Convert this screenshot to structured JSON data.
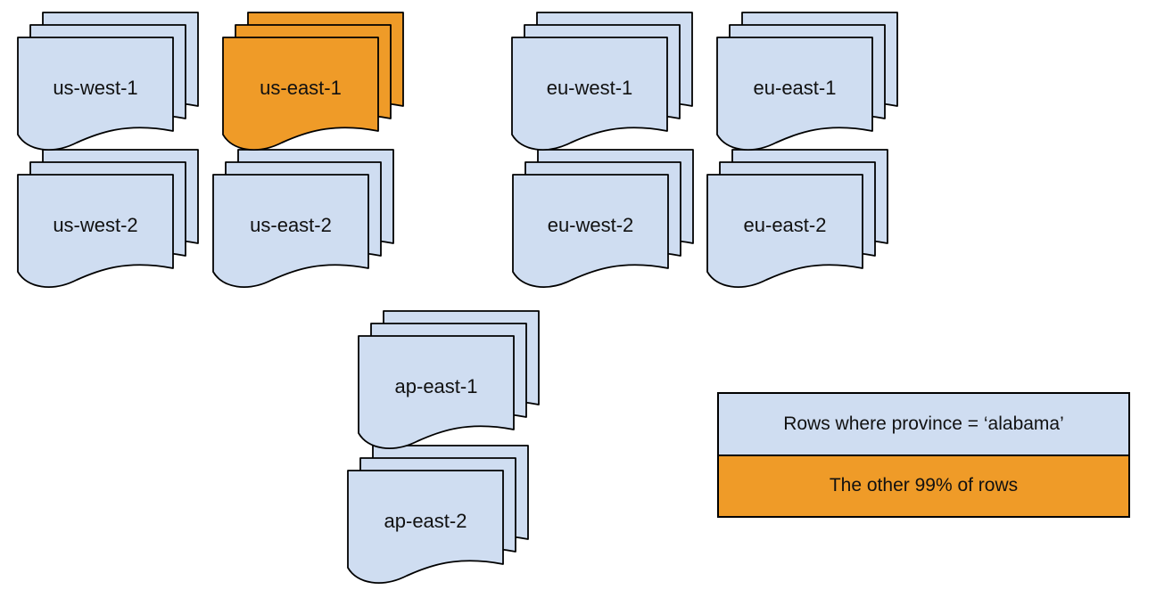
{
  "diagram": {
    "stacks": [
      {
        "id": "us-west-1",
        "label": "us-west-1",
        "variant": "blue"
      },
      {
        "id": "us-east-1",
        "label": "us-east-1",
        "variant": "orange"
      },
      {
        "id": "eu-west-1",
        "label": "eu-west-1",
        "variant": "blue"
      },
      {
        "id": "eu-east-1",
        "label": "eu-east-1",
        "variant": "blue"
      },
      {
        "id": "us-west-2",
        "label": "us-west-2",
        "variant": "blue"
      },
      {
        "id": "us-east-2",
        "label": "us-east-2",
        "variant": "blue"
      },
      {
        "id": "eu-west-2",
        "label": "eu-west-2",
        "variant": "blue"
      },
      {
        "id": "eu-east-2",
        "label": "eu-east-2",
        "variant": "blue"
      },
      {
        "id": "ap-east-1",
        "label": "ap-east-1",
        "variant": "blue"
      },
      {
        "id": "ap-east-2",
        "label": "ap-east-2",
        "variant": "blue"
      }
    ],
    "legend": {
      "items": [
        {
          "label": "Rows where province = ‘alabama’",
          "variant": "blue"
        },
        {
          "label": "The other 99% of rows",
          "variant": "orange"
        }
      ]
    },
    "colors": {
      "blue": "#CFDDF1",
      "orange": "#EF9B28",
      "stroke": "#000000",
      "text": "#111111"
    }
  }
}
